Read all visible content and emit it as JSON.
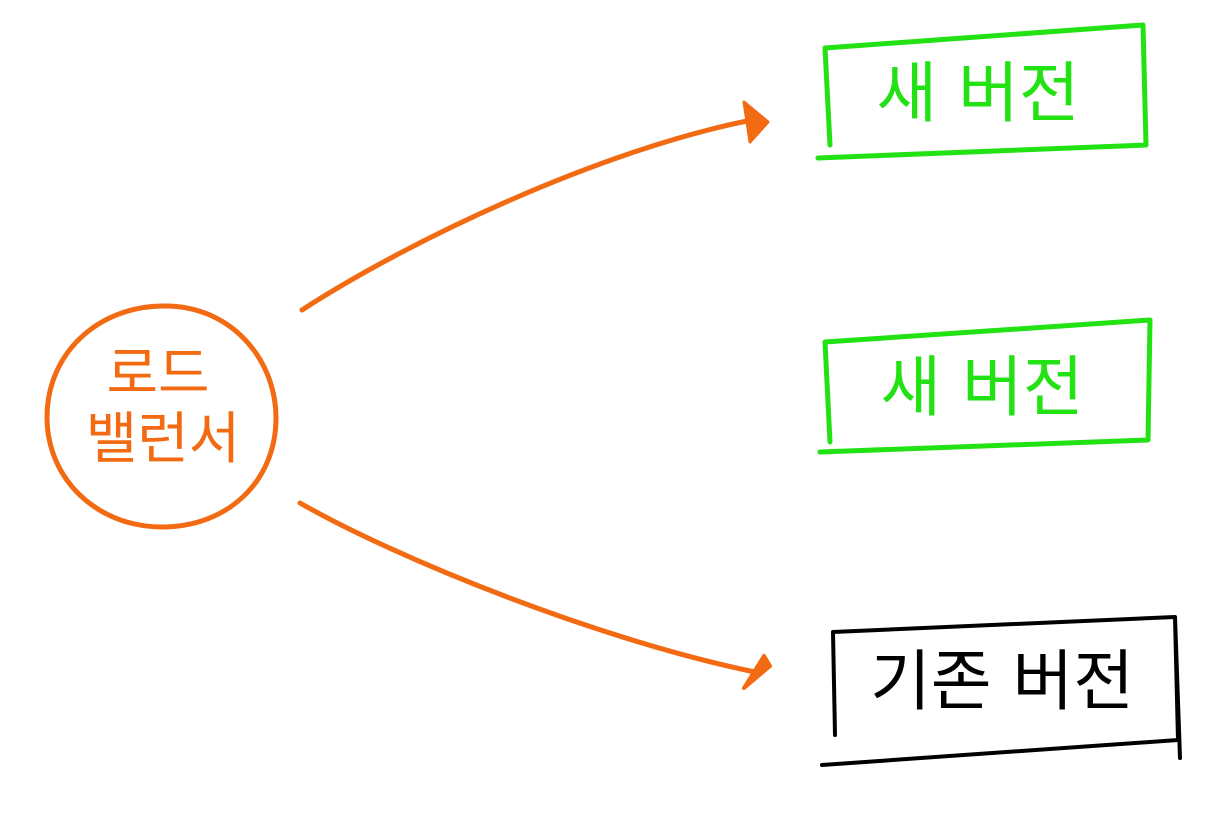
{
  "diagram": {
    "load_balancer": {
      "line1": "로드",
      "line2": "밸런서",
      "color": "#f26a12"
    },
    "targets": [
      {
        "label": "새 버전",
        "color": "#22e214"
      },
      {
        "label": "새 버전",
        "color": "#22e214"
      },
      {
        "label": "기존 버전",
        "color": "#000000"
      }
    ],
    "arrow_color": "#f26a12"
  }
}
